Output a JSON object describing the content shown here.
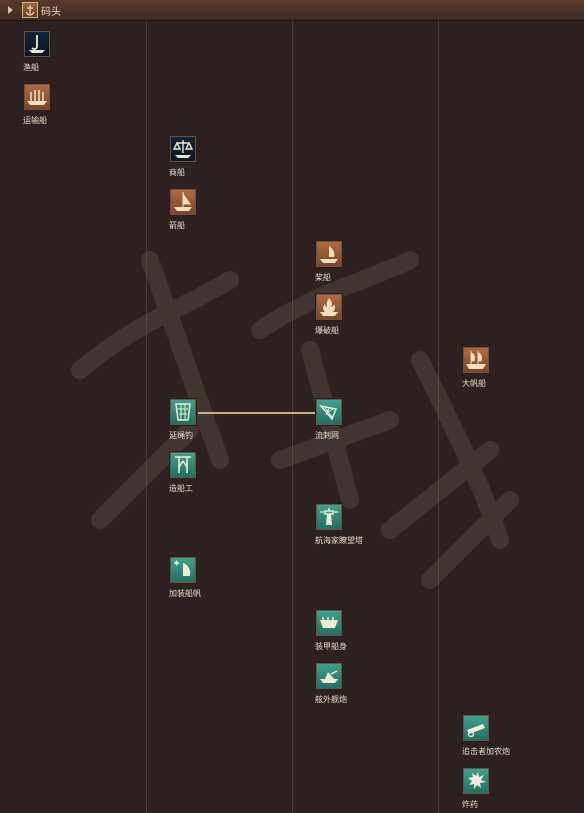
{
  "header": {
    "title": "码头",
    "icon": "anchor-icon"
  },
  "colors": {
    "dark": "#12253a",
    "brown": "#a0653f",
    "teal": "#2e8a78",
    "connector": "#c8b27e"
  },
  "nodes": [
    {
      "key": "fishing-boat",
      "label": "渔船",
      "style": "dark",
      "icon": "hook-icon"
    },
    {
      "key": "transport-ship",
      "label": "运输船",
      "style": "brown",
      "icon": "galley-icon"
    },
    {
      "key": "merchant-ship",
      "label": "商船",
      "style": "dark",
      "icon": "scale-icon"
    },
    {
      "key": "arrow-ship",
      "label": "箭船",
      "style": "brown",
      "icon": "ship-icon"
    },
    {
      "key": "boat",
      "label": "桨船",
      "style": "brown",
      "icon": "sail-icon"
    },
    {
      "key": "fire-ship",
      "label": "爆破船",
      "style": "brown",
      "icon": "fire-ship-icon"
    },
    {
      "key": "big-sail-ship",
      "label": "大帆船",
      "style": "brown",
      "icon": "galleon-icon"
    },
    {
      "key": "longline",
      "label": "延绳钓",
      "style": "teal",
      "icon": "net-icon"
    },
    {
      "key": "gillnet",
      "label": "流刺网",
      "style": "teal",
      "icon": "gillnet-icon"
    },
    {
      "key": "shipwright",
      "label": "造船工",
      "style": "teal",
      "icon": "crane-icon"
    },
    {
      "key": "lighthouse",
      "label": "航海家瞭望塔",
      "style": "teal",
      "icon": "lighthouse-icon"
    },
    {
      "key": "extra-sails",
      "label": "加装船帆",
      "style": "teal",
      "icon": "sail-plus-icon"
    },
    {
      "key": "armored-hull",
      "label": "装甲船身",
      "style": "teal",
      "icon": "hull-icon"
    },
    {
      "key": "outrigger-cannon",
      "label": "舷外舰炮",
      "style": "teal",
      "icon": "cannon-ship-icon"
    },
    {
      "key": "chaser-cannon",
      "label": "追击者加农炮",
      "style": "teal",
      "icon": "cannon-icon"
    },
    {
      "key": "gunpowder",
      "label": "炸药",
      "style": "teal",
      "icon": "explosion-icon"
    }
  ]
}
